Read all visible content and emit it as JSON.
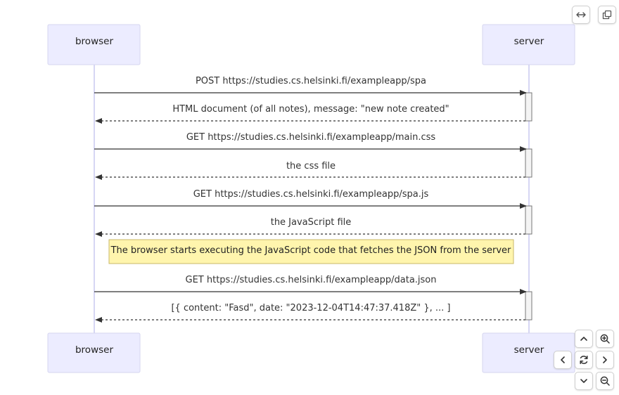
{
  "diagram": {
    "participants": [
      {
        "label": "browser"
      },
      {
        "label": "server"
      }
    ],
    "messages": [
      {
        "text": "POST https://studies.cs.helsinki.fi/exampleapp/spa",
        "direction": "to-server",
        "style": "solid"
      },
      {
        "text": "HTML document (of all notes), message: \"new note created\"",
        "direction": "to-browser",
        "style": "dashed"
      },
      {
        "text": "GET https://studies.cs.helsinki.fi/exampleapp/main.css",
        "direction": "to-server",
        "style": "solid"
      },
      {
        "text": "the css file",
        "direction": "to-browser",
        "style": "dashed"
      },
      {
        "text": "GET https://studies.cs.helsinki.fi/exampleapp/spa.js",
        "direction": "to-server",
        "style": "solid"
      },
      {
        "text": "the JavaScript file",
        "direction": "to-browser",
        "style": "dashed"
      },
      {
        "text": "GET https://studies.cs.helsinki.fi/exampleapp/data.json",
        "direction": "to-server",
        "style": "solid"
      },
      {
        "text": "[{ content: \"Fasd\", date: \"2023-12-04T14:47:37.418Z\" }, ... ]",
        "direction": "to-browser",
        "style": "dashed"
      }
    ],
    "note": {
      "text": "The browser starts executing the JavaScript code that fetches the JSON from the server"
    }
  },
  "controls": {
    "fit_width": "expand-horizontal-icon",
    "copy": "copy-icon",
    "pan_up": "chevron-up-icon",
    "zoom_in": "zoom-in-icon",
    "pan_left": "chevron-left-icon",
    "reset": "reset-icon",
    "pan_right": "chevron-right-icon",
    "pan_down": "chevron-down-icon",
    "zoom_out": "zoom-out-icon"
  },
  "colors": {
    "actor_fill": "#ececff",
    "note_fill": "#fff5ad",
    "line": "#333333"
  }
}
